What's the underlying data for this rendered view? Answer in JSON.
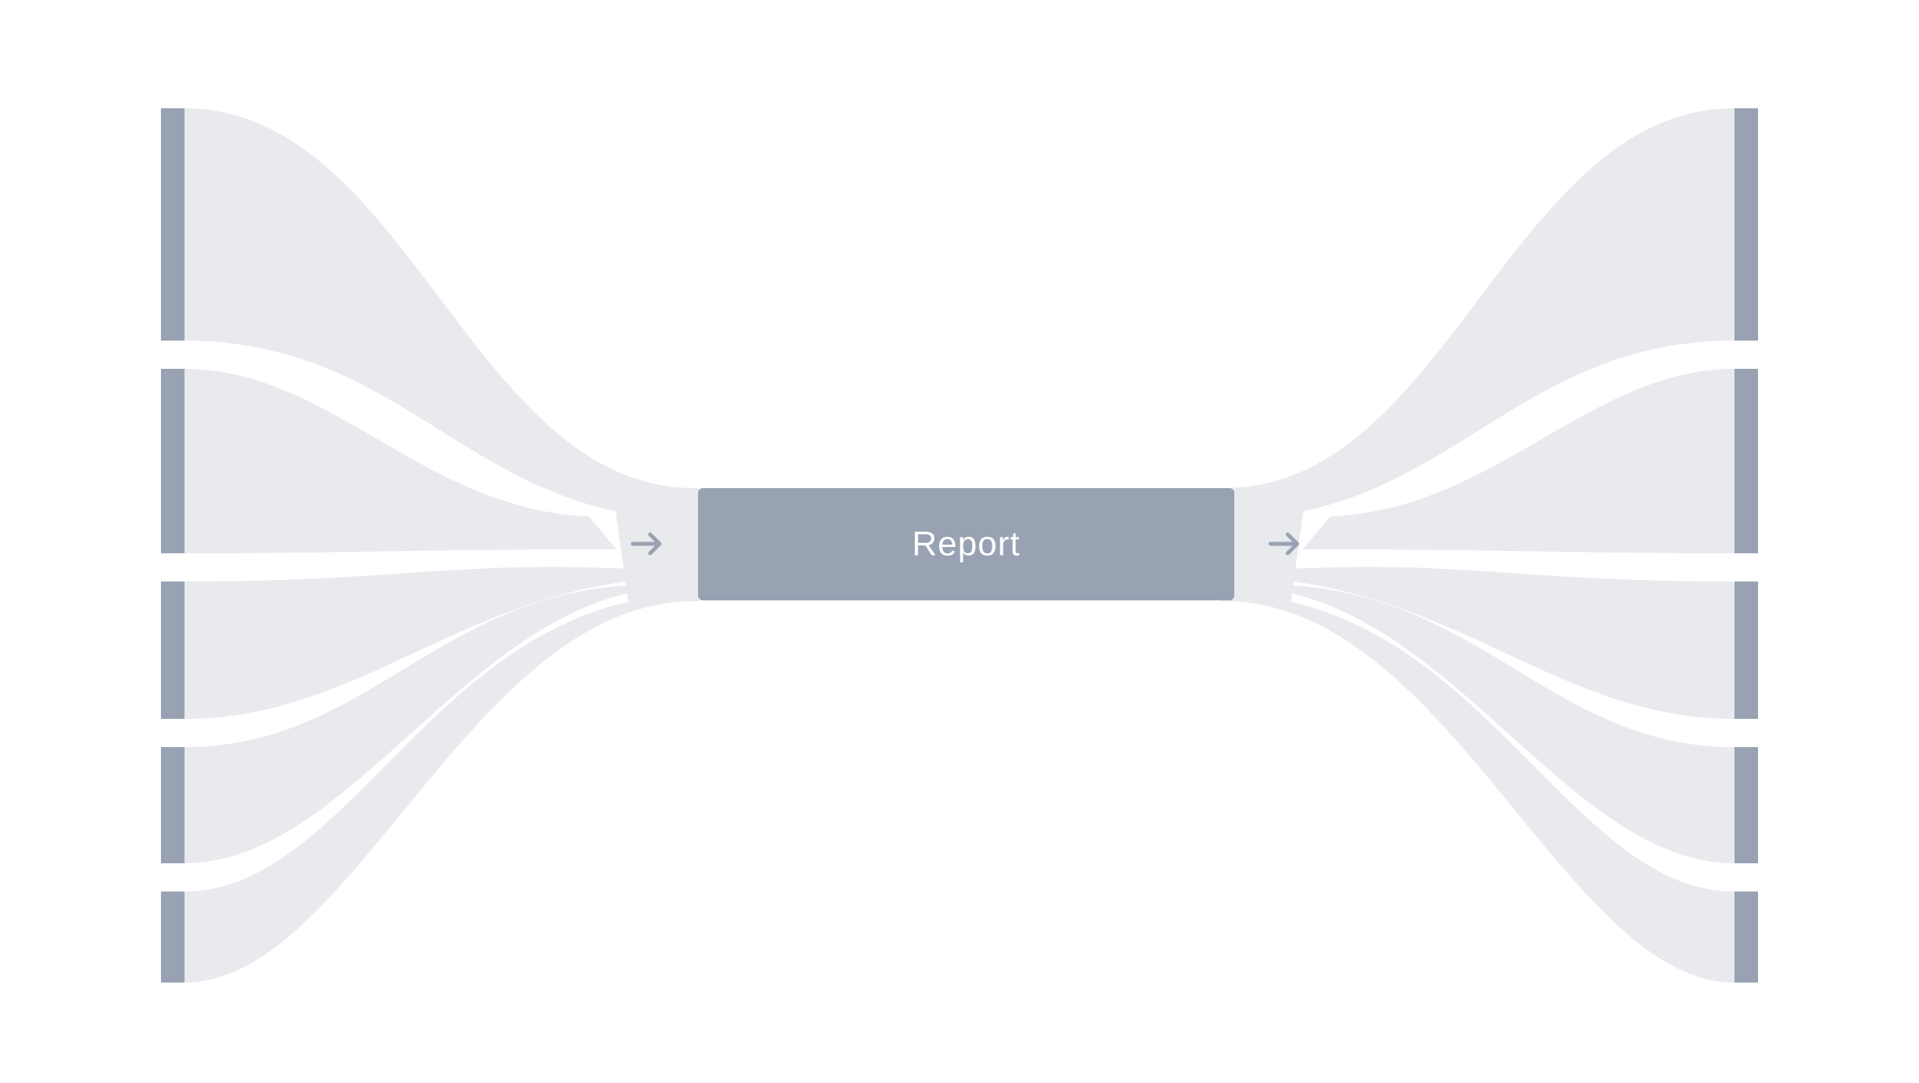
{
  "diagram": {
    "center_label": "Report",
    "colors": {
      "node": "#98a2b3",
      "flow": "#e9eaee",
      "label": "#ffffff",
      "background": "#ffffff"
    },
    "icons": {
      "left_arrow": "arrow-right-icon",
      "right_arrow": "arrow-right-icon"
    },
    "left_node_count": 5,
    "right_node_count": 5
  }
}
